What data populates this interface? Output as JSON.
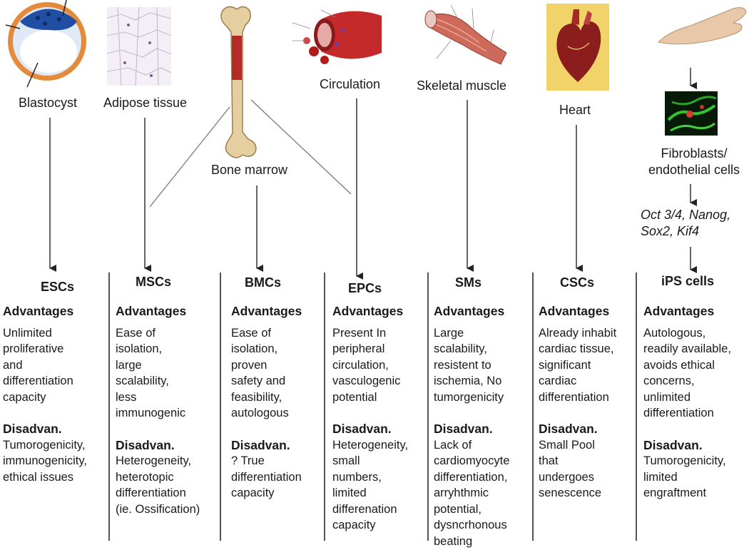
{
  "sources": {
    "blastocyst": "Blastocyst",
    "adipose": "Adipose tissue",
    "bone_marrow": "Bone marrow",
    "circulation": "Circulation",
    "skeletal_muscle": "Skeletal muscle",
    "heart": "Heart",
    "fibroblasts": "Fibroblasts/\nendothelial cells",
    "factors": "Oct 3/4, Nanog,\nSox2, Kif4"
  },
  "icons": [
    "blastocyst-icon",
    "adipose-tissue-icon",
    "bone-icon",
    "blood-vessel-icon",
    "muscle-icon",
    "heart-icon",
    "hand-icon",
    "fibroblast-culture-icon"
  ],
  "columns": [
    {
      "abbr": "ESCs",
      "adv_label": "Advantages",
      "advantages": "Unlimited\nproliferative\nand\ndifferentiation\ncapacity",
      "dis_label": "Disadvan.",
      "disadvantages": "Tumorogenicity,\nimmunogenicity,\nethical issues"
    },
    {
      "abbr": "MSCs",
      "adv_label": "Advantages",
      "advantages": "Ease of\nisolation,\nlarge\nscalability,\nless\nimmunogenic",
      "dis_label": "Disadvan.",
      "disadvantages": "Heterogeneity,\nheterotopic\ndifferentiation\n(ie. Ossification)"
    },
    {
      "abbr": "BMCs",
      "adv_label": "Advantages",
      "advantages": "Ease of\nisolation,\nproven\nsafety and\nfeasibility,\nautologous",
      "dis_label": "Disadvan.",
      "disadvantages": "? True\ndifferentiation\ncapacity"
    },
    {
      "abbr": "EPCs",
      "adv_label": "Advantages",
      "advantages": "Present In\nperipheral\ncirculation,\nvasculogenic\npotential",
      "dis_label": "Disadvan.",
      "disadvantages": "Heterogeneity,\nsmall\nnumbers,\nlimited\ndifferenation\ncapacity"
    },
    {
      "abbr": "SMs",
      "adv_label": "Advantages",
      "advantages": "Large\nscalability,\nresistent to\nischemia, No\ntumorgenicity",
      "dis_label": "Disadvan.",
      "disadvantages": "Lack of\ncardiomyocyte\ndifferentiation,\narryhthmic\npotential,\ndysncrhonous\nbeating"
    },
    {
      "abbr": "CSCs",
      "adv_label": "Advantages",
      "advantages": "Already inhabit\ncardiac tissue,\nsignificant\ncardiac\ndifferentiation",
      "dis_label": "Disadvan.",
      "disadvantages": "Small Pool\nthat\nundergoes\nsenescence"
    },
    {
      "abbr": "iPS cells",
      "adv_label": "Advantages",
      "advantages": "Autologous,\nreadily available,\navoids ethical\nconcerns,\nunlimited\ndifferentiation",
      "dis_label": "Disadvan.",
      "disadvantages": "Tumorogenicity,\nlimited\nengraftment"
    }
  ]
}
